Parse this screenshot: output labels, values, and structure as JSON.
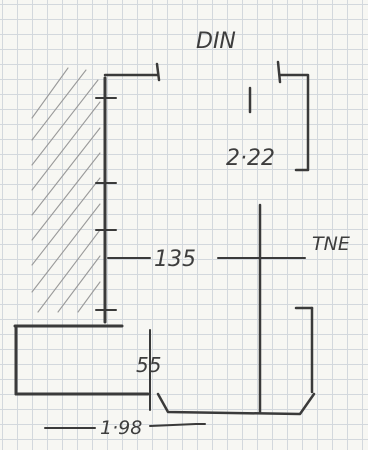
{
  "drawing": {
    "title": "DIN",
    "label_tne": "TNE",
    "dimensions": {
      "gap": "2·22",
      "height": "135",
      "step": "55",
      "base": "1·98"
    }
  }
}
